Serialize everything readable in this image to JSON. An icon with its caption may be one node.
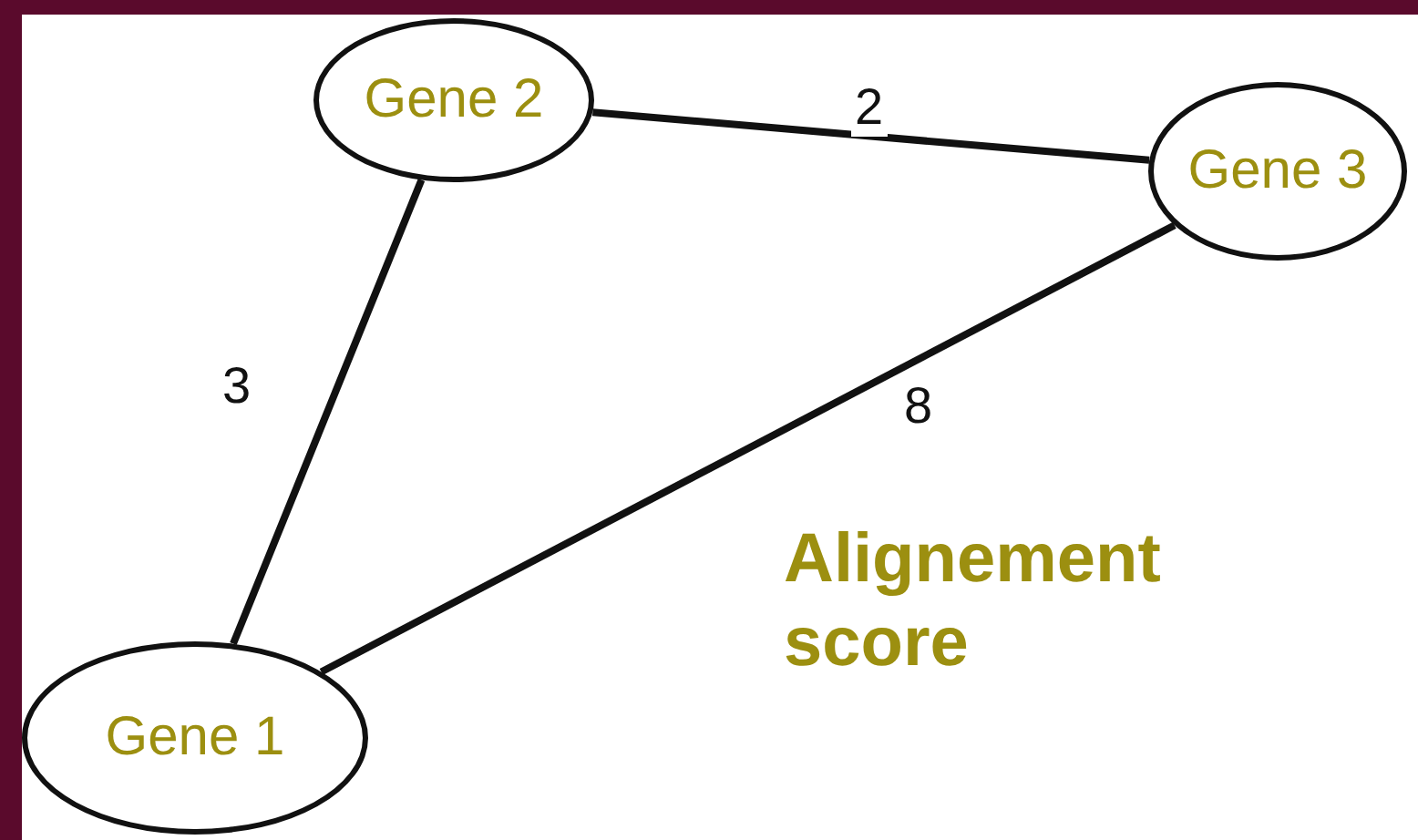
{
  "diagram": {
    "nodes": [
      {
        "text": [
          "Gene 2"
        ]
      },
      {
        "text": [
          "Gene 3"
        ]
      },
      {
        "text": [
          "Gene 1"
        ]
      }
    ],
    "edges": [
      {
        "from": 0,
        "to": 1,
        "arrow": "none",
        "label": "2"
      },
      {
        "from": 0,
        "to": 2,
        "arrow": "none",
        "label": "3"
      },
      {
        "from": 1,
        "to": 2,
        "arrow": "none",
        "label": "8"
      }
    ],
    "labels": [
      "Alignement score"
    ]
  }
}
